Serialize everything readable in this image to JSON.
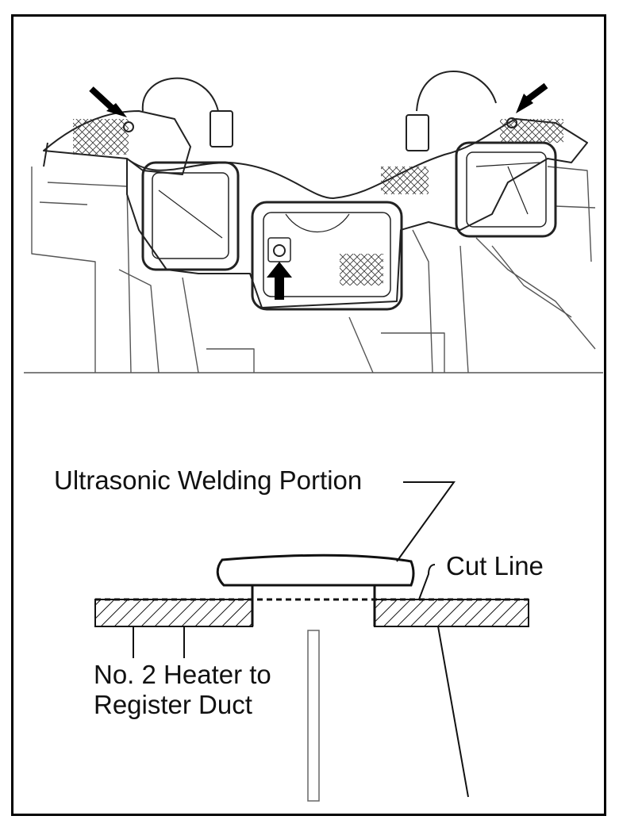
{
  "labels": {
    "ultrasonic_welding_portion": "Ultrasonic Welding Portion",
    "cut_line": "Cut Line",
    "duct_line1": "No. 2 Heater to",
    "duct_line2": "Register Duct"
  },
  "colors": {
    "ink": "#111111",
    "background": "#ffffff"
  }
}
